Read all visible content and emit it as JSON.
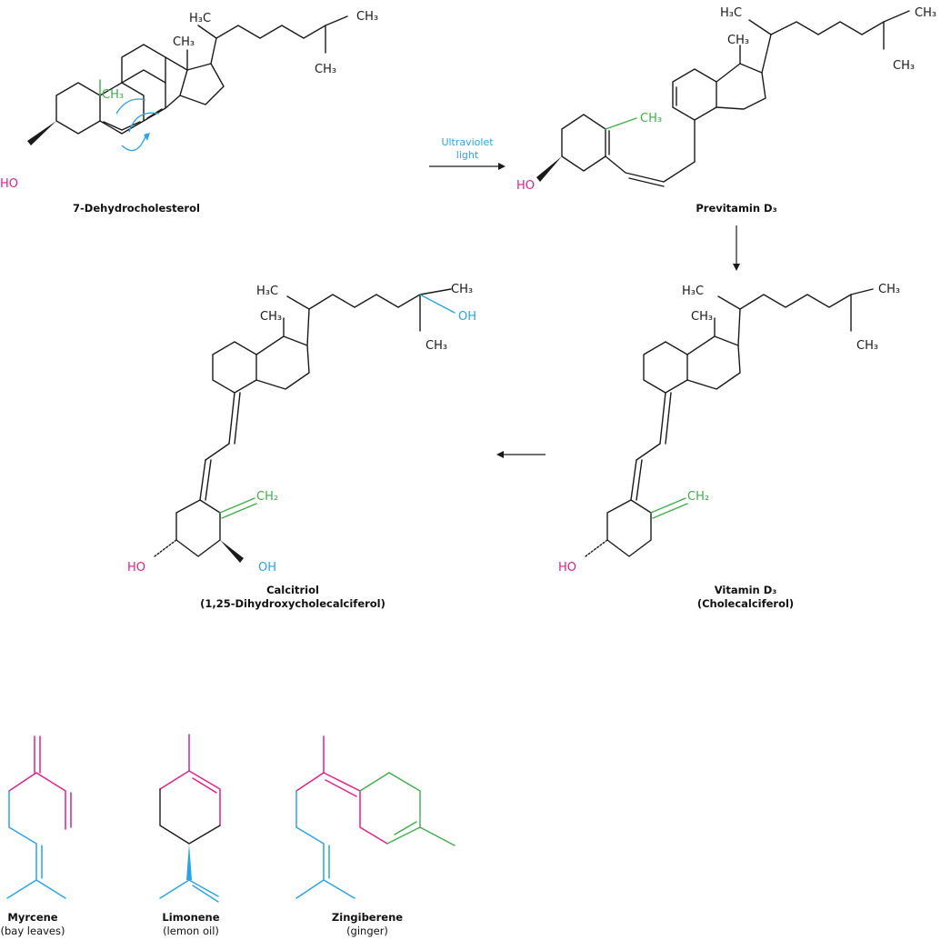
{
  "colors": {
    "bond": "#1a1a1a",
    "green": "#3fae49",
    "magenta": "#e0218a",
    "blue": "#2aa4e8"
  },
  "labels": {
    "ch3": "CH₃",
    "h3c": "H₃C",
    "ho": "HO",
    "oh": "OH",
    "ch2": "CH₂"
  },
  "reaction": {
    "uv_line1": "Ultraviolet",
    "uv_line2": "light"
  },
  "compounds": {
    "dehydro": {
      "name": "7-Dehydrocholesterol"
    },
    "previtamin": {
      "name": "Previtamin D₃"
    },
    "vitamin": {
      "name": "Vitamin D₃",
      "sub": "(Cholecalciferol)"
    },
    "calcitriol": {
      "name": "Calcitriol",
      "sub": "(1,25-Dihydroxycholecalciferol)"
    },
    "myrcene": {
      "name": "Myrcene",
      "sub": "(bay leaves)"
    },
    "limonene": {
      "name": "Limonene",
      "sub": "(lemon oil)"
    },
    "zingiberene": {
      "name": "Zingiberene",
      "sub": "(ginger)"
    }
  }
}
